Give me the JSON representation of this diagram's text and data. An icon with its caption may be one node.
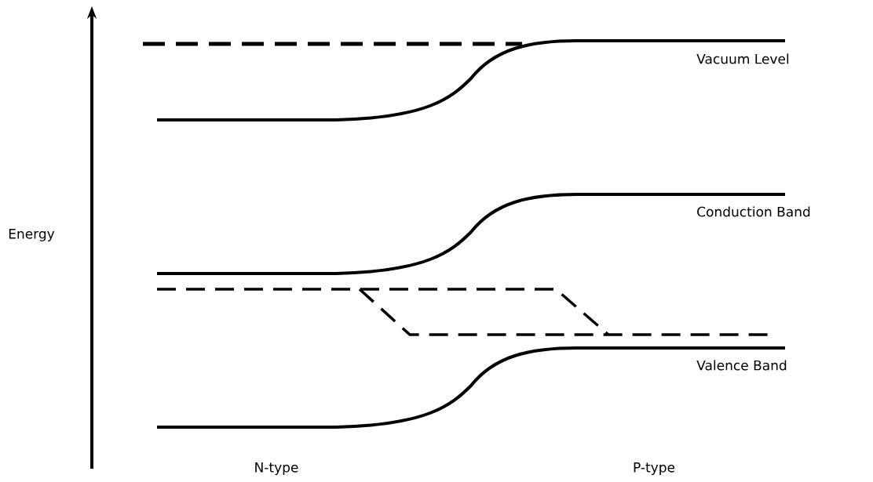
{
  "diagram": {
    "labels": [
      "Vacuum Level",
      "Conduction Band",
      "Valence Band",
      "Energy",
      "N-type",
      "P-type"
    ]
  }
}
